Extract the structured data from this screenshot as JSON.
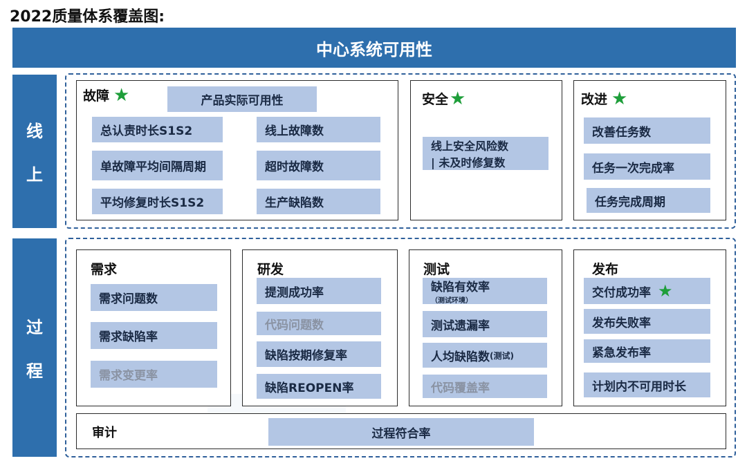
{
  "page_title": "2022质量体系覆盖图:",
  "top_bar": "中心系统可用性",
  "sidebar": {
    "online": [
      "线",
      "上"
    ],
    "process": [
      "过",
      "程"
    ]
  },
  "online": {
    "fault": {
      "title": "故障",
      "header_box": "产品实际可用性",
      "items_left": [
        "总认责时长S1S2",
        "单故障平均间隔周期",
        "平均修复时长S1S2"
      ],
      "items_right": [
        "线上故障数",
        "超时故障数",
        "生产缺陷数"
      ]
    },
    "security": {
      "title": "安全",
      "item_line1": "线上安全风险数",
      "item_line2": "| 未及时修复数"
    },
    "improve": {
      "title": "改进",
      "items": [
        "改善任务数",
        "任务一次完成率",
        "任务完成周期"
      ]
    }
  },
  "process": {
    "requirements": {
      "title": "需求",
      "items": [
        "需求问题数",
        "需求缺陷率"
      ],
      "grey_items": [
        "需求变更率"
      ]
    },
    "development": {
      "title": "研发",
      "items": [
        "提测成功率",
        "缺陷按期修复率",
        "缺陷REOPEN率"
      ],
      "grey_items": [
        "代码问题数"
      ]
    },
    "testing": {
      "title": "测试",
      "defect_rate": "缺陷有效率",
      "defect_rate_note": "（测试环境）",
      "escape_rate": "测试遗漏率",
      "per_capita": "人均缺陷数",
      "per_capita_note": "(测试)",
      "grey_items": [
        "代码覆盖率"
      ]
    },
    "release": {
      "title": "发布",
      "items": [
        "交付成功率",
        "发布失败率",
        "紧急发布率",
        "计划内不可用时长"
      ]
    },
    "audit": {
      "title": "审计",
      "item": "过程符合率"
    }
  },
  "colors": {
    "primary": "#2e6fad",
    "box": "#b3c6e4",
    "star": "#1e9e3a",
    "grey_text": "#8a93a3"
  },
  "icons": {
    "star": "green-star-icon"
  }
}
